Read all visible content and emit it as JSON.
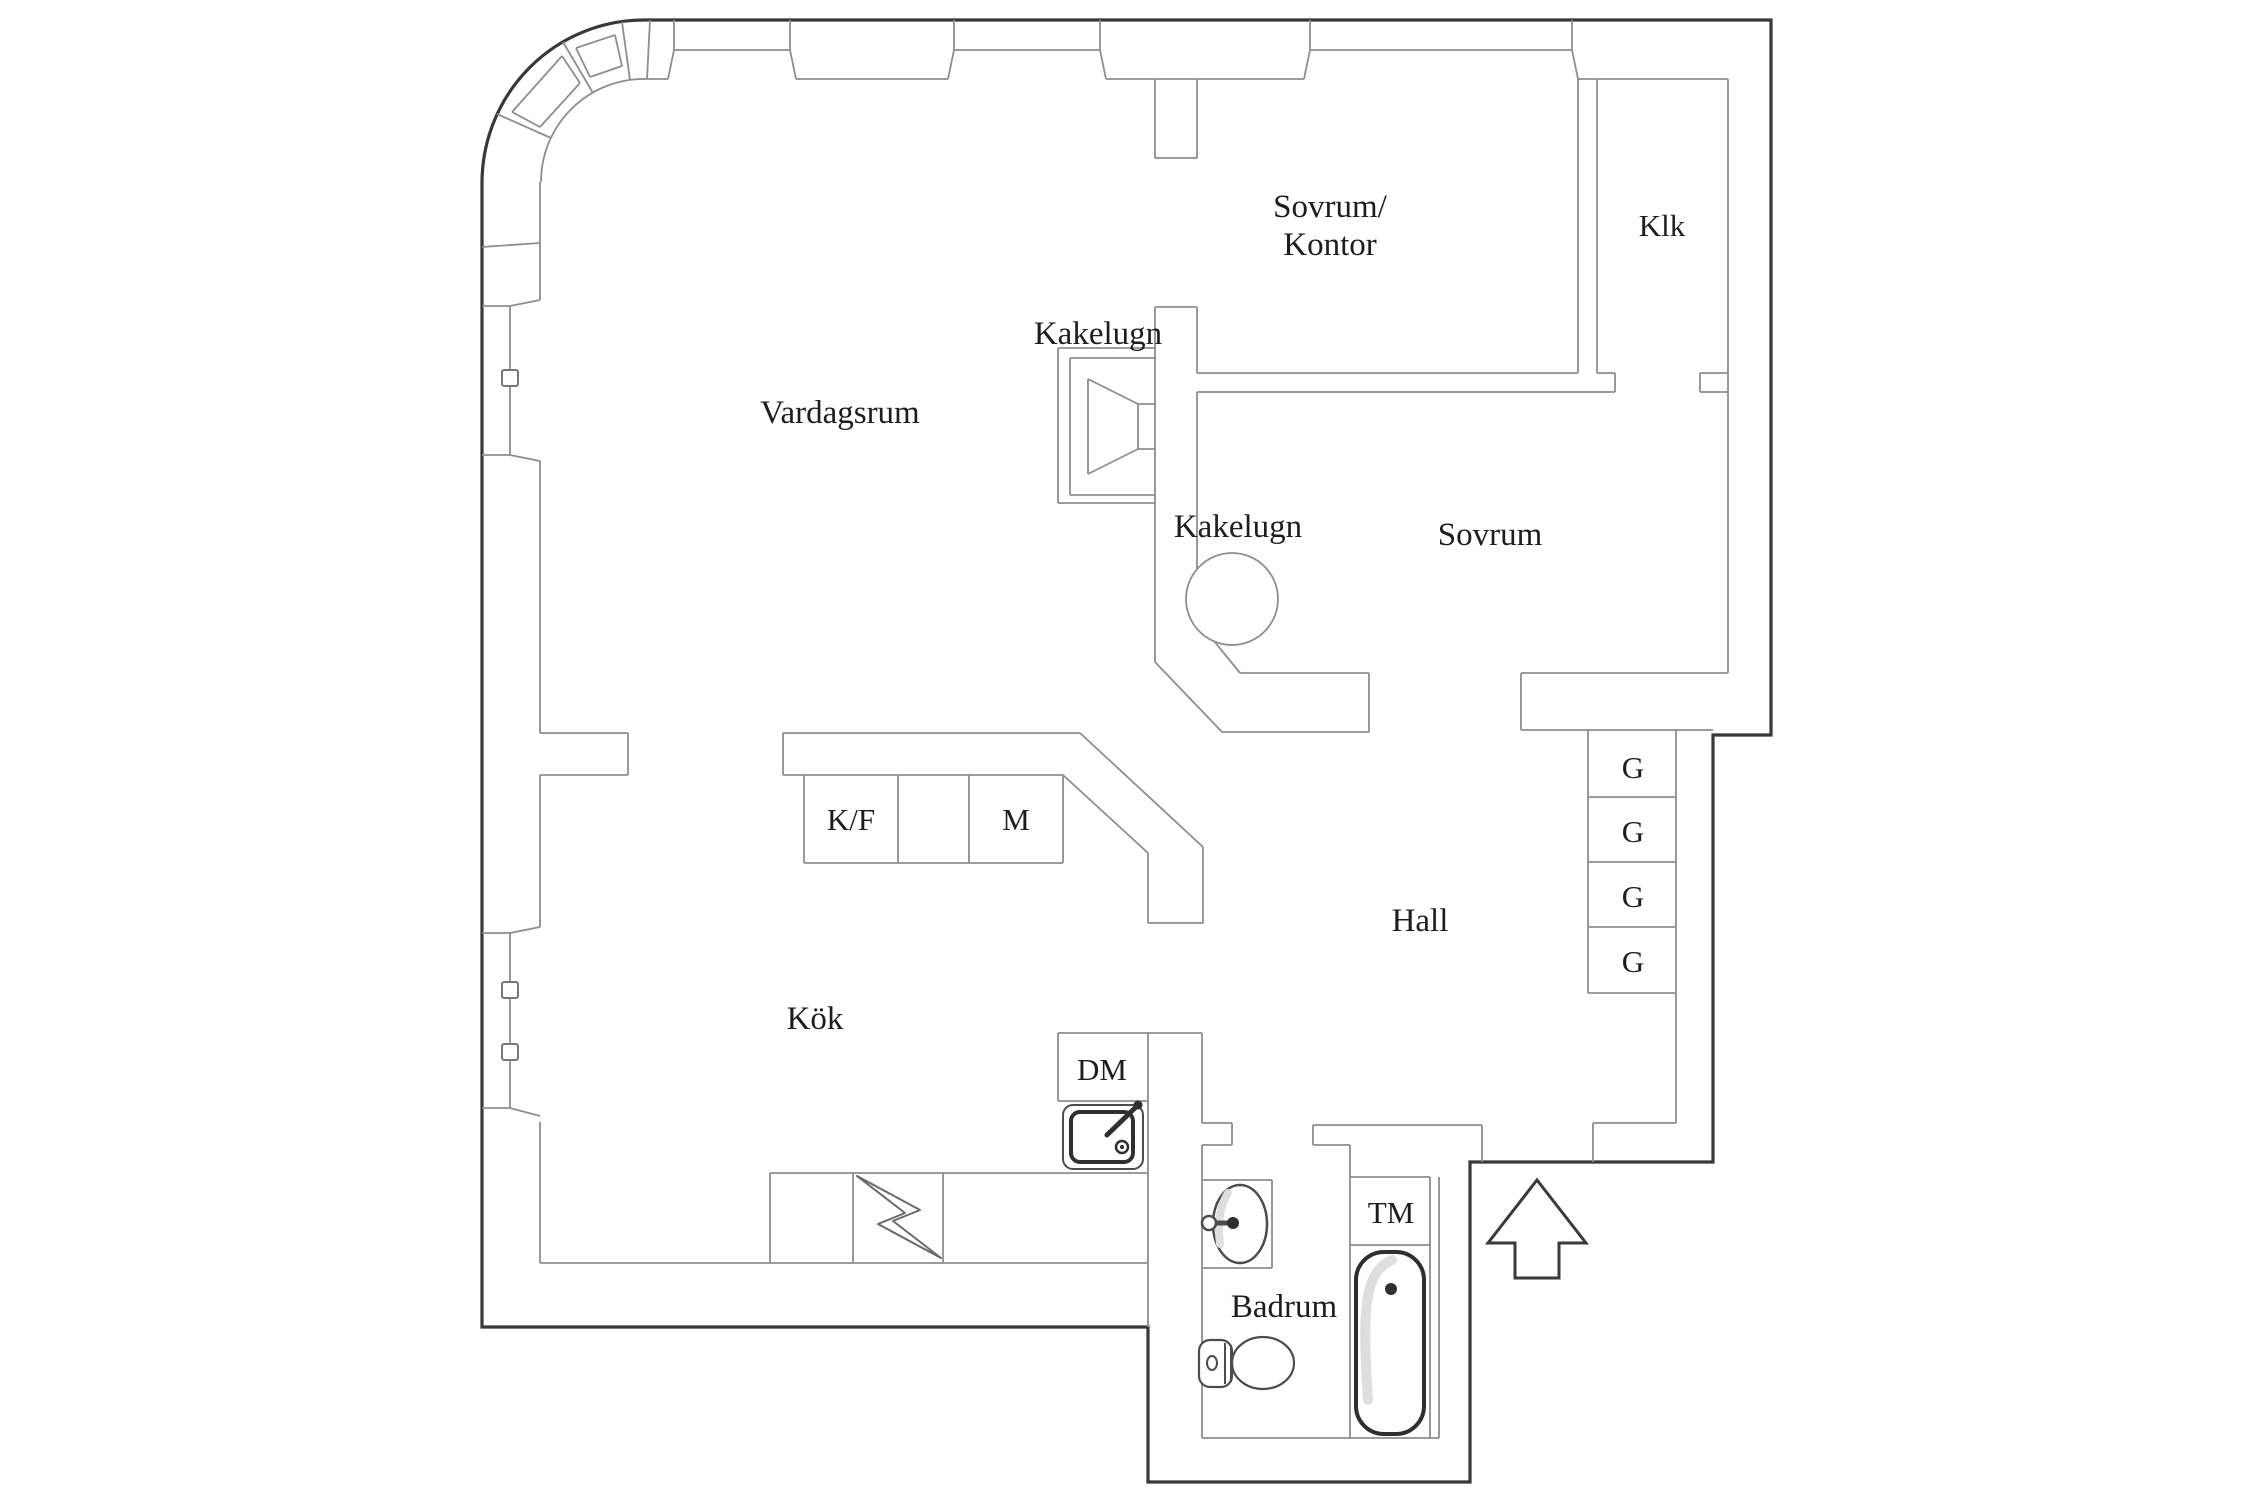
{
  "page": {
    "background": "#ffffff"
  },
  "floorplan": {
    "colors": {
      "exterior_wall": "#383838",
      "interior_wall": "#8e8e8e",
      "fixture": "#4c4c4c",
      "fixture_heavy": "#2f2f2f",
      "text": "#1d1d1d",
      "shade": "#dedede"
    },
    "labels": {
      "sovrum_kontor_1": "Sovrum/",
      "sovrum_kontor_2": "Kontor",
      "klk": "Klk",
      "kakelugn_top": "Kakelugn",
      "vardagsrum": "Vardagsrum",
      "kakelugn_round": "Kakelugn",
      "sovrum": "Sovrum",
      "kf": "K/F",
      "m": "M",
      "hall": "Hall",
      "g1": "G",
      "g2": "G",
      "g3": "G",
      "g4": "G",
      "kok": "Kök",
      "dm": "DM",
      "tm": "TM",
      "badrum": "Badrum"
    }
  }
}
